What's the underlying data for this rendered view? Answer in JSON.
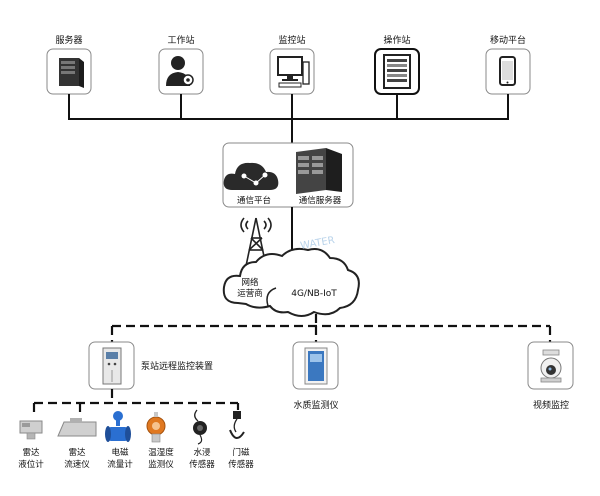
{
  "top_nodes": [
    {
      "label": "服务器",
      "icon": "server-icon"
    },
    {
      "label": "工作站",
      "icon": "workstation-user-icon"
    },
    {
      "label": "监控站",
      "icon": "monitor-computer-icon"
    },
    {
      "label": "操作站",
      "icon": "cabinet-icon"
    },
    {
      "label": "移动平台",
      "icon": "mobile-phone-icon"
    }
  ],
  "comm": {
    "platform_label": "通信平台",
    "server_label": "通信服务器"
  },
  "network": {
    "operator_line1": "网络",
    "operator_line2": "运营商",
    "iot_label": "4G/NB-IoT",
    "watermark": "WATER"
  },
  "mid_nodes": [
    {
      "label": "泵站远程监控装置",
      "icon": "control-cabinet-icon"
    },
    {
      "label": "水质监测仪",
      "icon": "water-quality-cabinet-icon"
    },
    {
      "label": "视频监控",
      "icon": "dome-camera-icon"
    }
  ],
  "sensors": [
    {
      "line1": "雷达",
      "line2": "液位计",
      "icon": "radar-level-icon"
    },
    {
      "line1": "雷达",
      "line2": "流速仪",
      "icon": "radar-flow-icon"
    },
    {
      "line1": "电磁",
      "line2": "流量计",
      "icon": "electromagnetic-flowmeter-icon"
    },
    {
      "line1": "温湿度",
      "line2": "监测仪",
      "icon": "temp-humidity-icon"
    },
    {
      "line1": "水浸",
      "line2": "传感器",
      "icon": "water-leak-sensor-icon"
    },
    {
      "line1": "门磁",
      "line2": "传感器",
      "icon": "door-magnet-sensor-icon"
    }
  ],
  "colors": {
    "line": "#111111",
    "box_border": "#8a8a8a",
    "icon_dark": "#2b2b2b",
    "sensor_blue": "#2a6fd1",
    "sensor_orange": "#e07820",
    "watermark": "#b9d3ea"
  }
}
